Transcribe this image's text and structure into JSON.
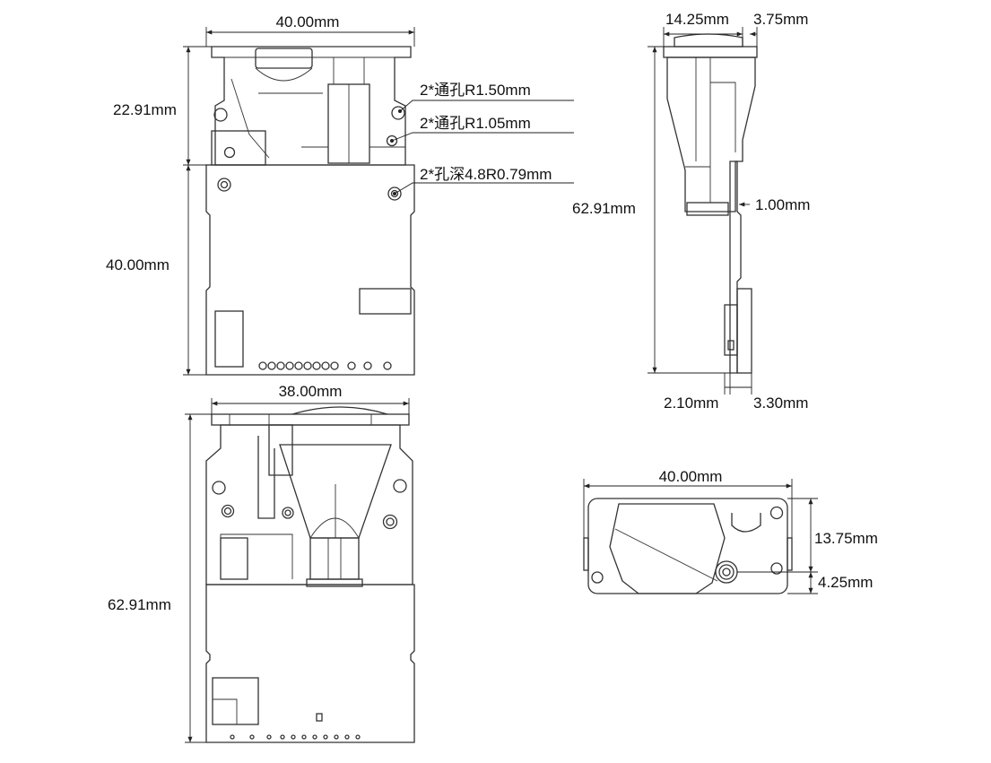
{
  "front_view": {
    "width_label": "40.00mm",
    "top_height_label": "22.91mm",
    "board_height_label": "40.00mm",
    "callouts": [
      "2*通孔R1.50mm",
      "2*通孔R1.05mm",
      "2*孔深4.8R0.79mm"
    ]
  },
  "side_view": {
    "depth_label": "14.25mm",
    "lip_label": "3.75mm",
    "height_label": "62.91mm",
    "pcb_thickness_label": "1.00mm",
    "bottom_left_label": "2.10mm",
    "bottom_right_label": "3.30mm"
  },
  "back_view": {
    "width_label": "38.00mm",
    "height_label": "62.91mm"
  },
  "top_view": {
    "width_label": "40.00mm",
    "height_label": "13.75mm",
    "offset_label": "4.25mm"
  }
}
